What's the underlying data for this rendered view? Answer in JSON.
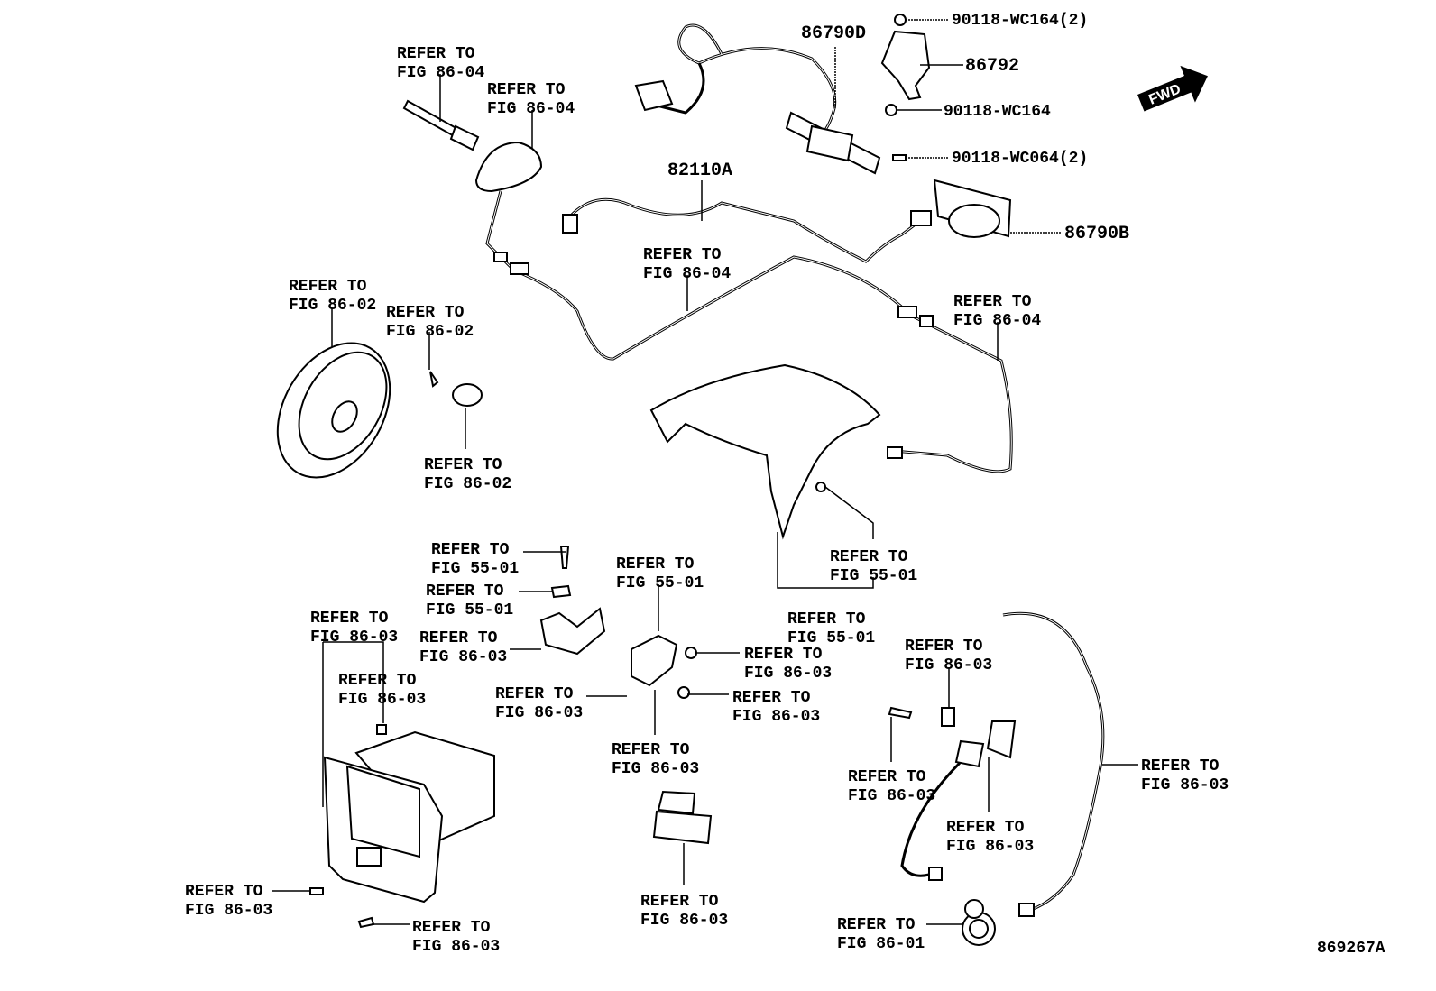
{
  "diagram": {
    "refer_prefix": "REFER TO",
    "refer_labels": [
      "FIG 86-04",
      "FIG 86-04",
      "FIG 86-02",
      "FIG 86-02",
      "FIG 86-02",
      "FIG 86-04",
      "FIG 86-04",
      "FIG 55-01",
      "FIG 55-01",
      "FIG 55-01",
      "FIG 55-01",
      "FIG 55-01",
      "FIG 86-03",
      "FIG 86-03",
      "FIG 86-03",
      "FIG 86-03",
      "FIG 86-03",
      "FIG 86-03",
      "FIG 86-03",
      "FIG 86-03",
      "FIG 86-03",
      "FIG 86-03",
      "FIG 86-03",
      "FIG 86-03",
      "FIG 86-03",
      "FIG 86-03",
      "FIG 86-01"
    ],
    "part_numbers": {
      "p86790D": "86790D",
      "p86792": "86792",
      "p90118_wc164_2": "90118-WC164(2)",
      "p90118_wc164": "90118-WC164",
      "p90118_wc064_2": "90118-WC064(2)",
      "p82110A": "82110A",
      "p86790B": "86790B"
    },
    "fwd_arrow": "FWD",
    "illustration_number": "869267A"
  }
}
